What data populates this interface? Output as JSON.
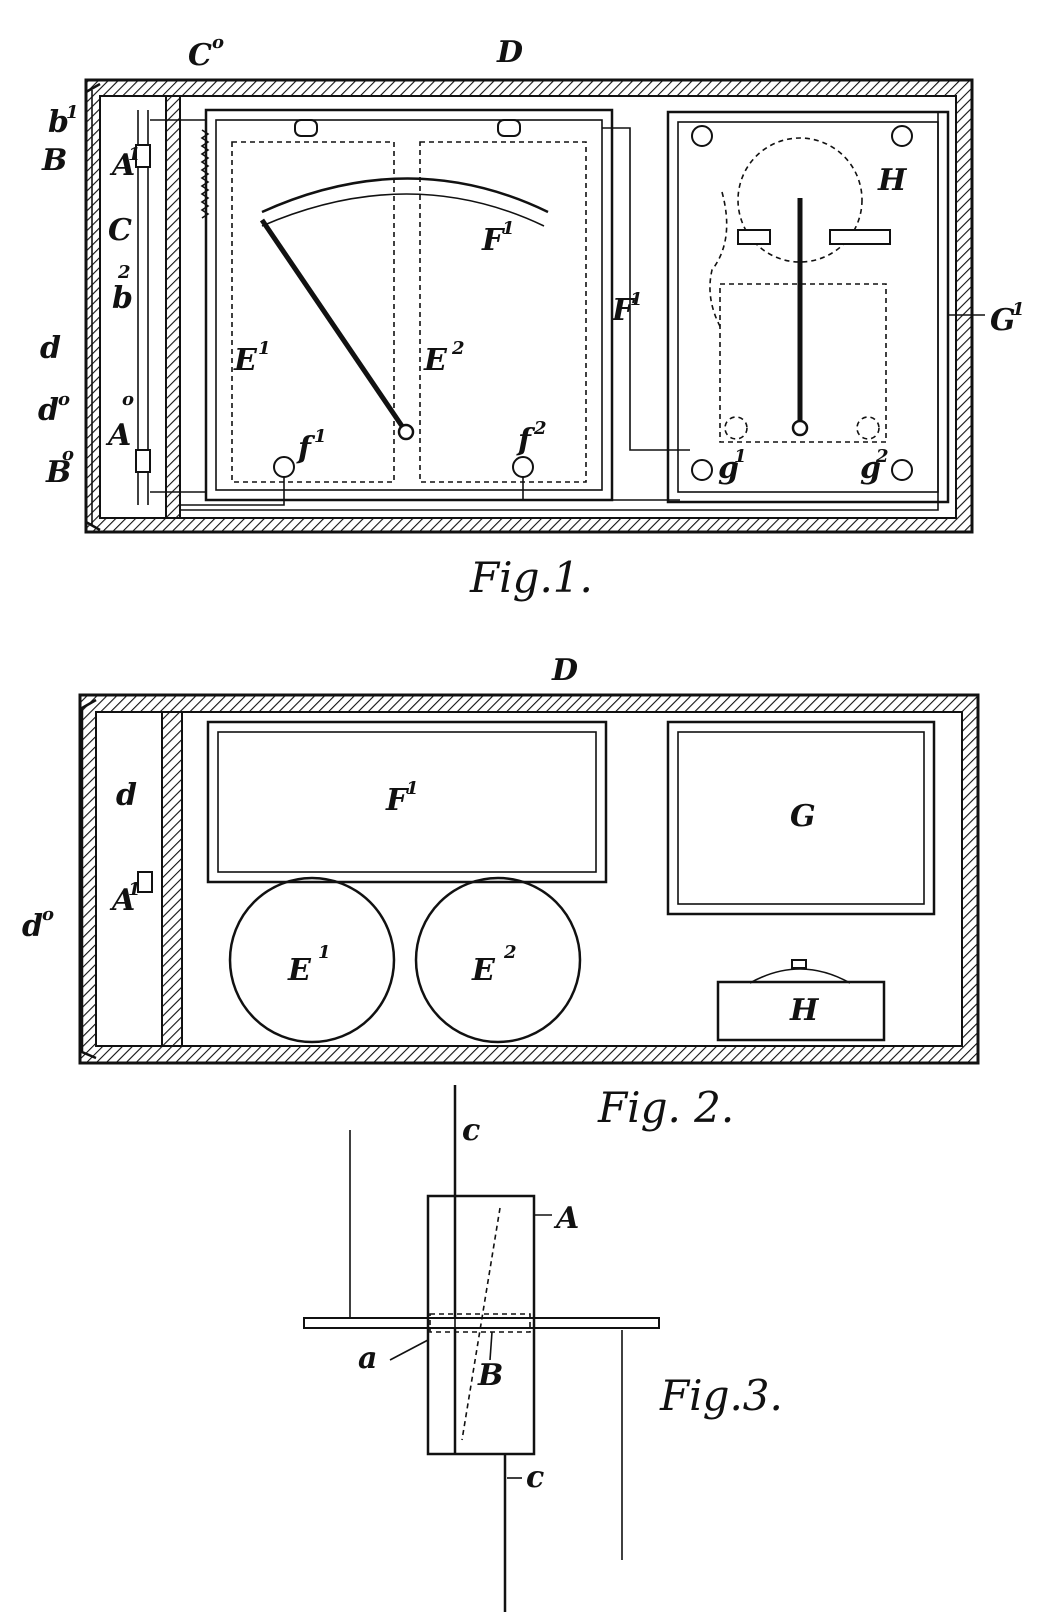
{
  "fig1": {
    "caption": "Fig.1.",
    "labels": {
      "D": "D",
      "C0": "C",
      "C0_sup": "o",
      "b1": "b",
      "b1_sup": "1",
      "B": "B",
      "A1": "A",
      "A1_sup": "1",
      "C": "C",
      "b2": "b",
      "b2_sup": "2",
      "d": "d",
      "d0": "d",
      "d0_sup": "o",
      "A0": "A",
      "A0_sup": "o",
      "B0": "B",
      "B0_sup": "o",
      "E1": "E",
      "E1_sup": "1",
      "E2": "E",
      "E2_sup": "2",
      "F1_scale": "F",
      "F1_scale_sup": "1",
      "F1_side": "F",
      "F1_side_sup": "1",
      "f1": "f",
      "f1_sup": "1",
      "f2": "f",
      "f2_sup": "2",
      "H": "H",
      "G1": "G",
      "G1_sup": "1",
      "g1": "g",
      "g1_sup": "1",
      "g2": "g",
      "g2_sup": "2"
    }
  },
  "fig2": {
    "caption": "Fig. 2.",
    "labels": {
      "D": "D",
      "d": "d",
      "d0": "d",
      "d0_sup": "o",
      "A1": "A",
      "A1_sup": "1",
      "F1": "F",
      "F1_sup": "1",
      "G": "G",
      "E1": "E",
      "E1_sup": "1",
      "E2": "E",
      "E2_sup": "2",
      "H": "H"
    }
  },
  "fig3": {
    "caption": "Fig.3.",
    "labels": {
      "c_top": "c",
      "A": "A",
      "a": "a",
      "B": "B",
      "c_bottom": "c"
    }
  }
}
